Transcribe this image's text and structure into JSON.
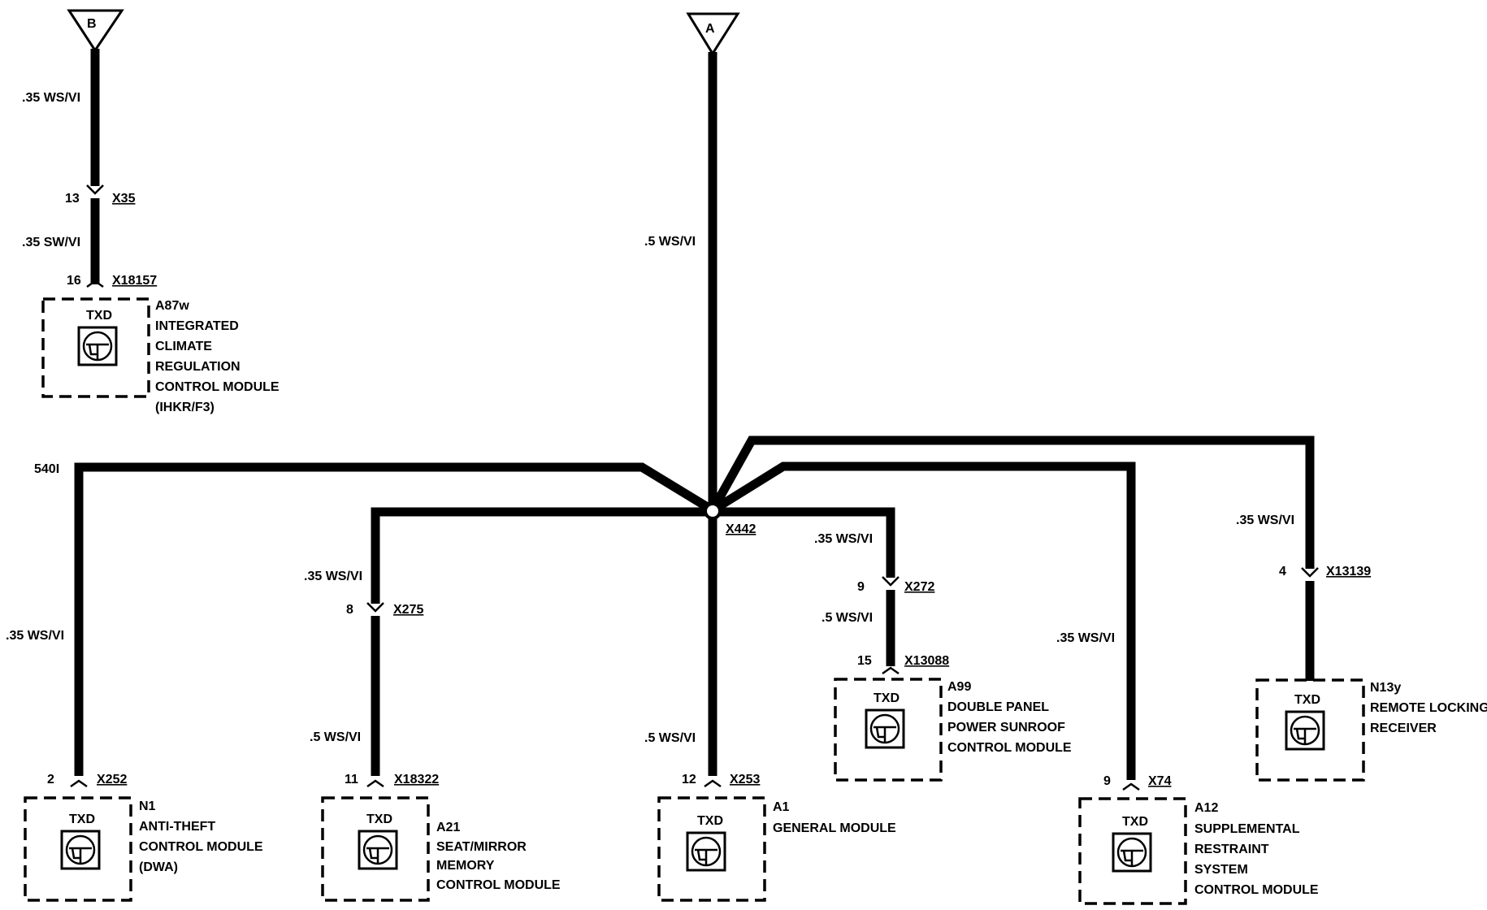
{
  "terminals": {
    "a": "A",
    "b": "B"
  },
  "splice": {
    "label": "X442",
    "left_label": "540I"
  },
  "wires": {
    "b_top": ".35 WS/VI",
    "b_bottom": ".35 SW/VI",
    "a_trunk": ".5 WS/VI",
    "n1": ".35 WS/VI",
    "a21_top": ".35 WS/VI",
    "a21_bottom": ".5 WS/VI",
    "a1": ".5 WS/VI",
    "a99_top": ".35 WS/VI",
    "a99_bottom": ".5 WS/VI",
    "a12": ".35 WS/VI",
    "n13y": ".35 WS/VI"
  },
  "connectors": {
    "x35": {
      "pin": "13",
      "name": "X35"
    },
    "x18157": {
      "pin": "16",
      "name": "X18157"
    },
    "x275": {
      "pin": "8",
      "name": "X275"
    },
    "x272": {
      "pin": "9",
      "name": "X272"
    },
    "x13088": {
      "pin": "15",
      "name": "X13088"
    },
    "x13139": {
      "pin": "4",
      "name": "X13139"
    },
    "x252": {
      "pin": "2",
      "name": "X252"
    },
    "x18322": {
      "pin": "11",
      "name": "X18322"
    },
    "x253": {
      "pin": "12",
      "name": "X253"
    },
    "x74": {
      "pin": "9",
      "name": "X74"
    }
  },
  "modules": {
    "a87w": {
      "pin_label": "TXD",
      "lines": [
        "A87w",
        "INTEGRATED",
        "CLIMATE",
        "REGULATION",
        "CONTROL MODULE",
        "(IHKR/F3)"
      ]
    },
    "a99": {
      "pin_label": "TXD",
      "lines": [
        "A99",
        "DOUBLE PANEL",
        "POWER SUNROOF",
        "CONTROL MODULE"
      ]
    },
    "n13y": {
      "pin_label": "TXD",
      "lines": [
        "N13y",
        "REMOTE LOCKING",
        "RECEIVER"
      ]
    },
    "n1": {
      "pin_label": "TXD",
      "lines": [
        "N1",
        "ANTI-THEFT",
        "CONTROL MODULE",
        "(DWA)"
      ]
    },
    "a21": {
      "pin_label": "TXD",
      "lines": [
        "A21",
        "SEAT/MIRROR",
        "MEMORY",
        "CONTROL MODULE"
      ]
    },
    "a1": {
      "pin_label": "TXD",
      "lines": [
        "A1",
        "GENERAL MODULE"
      ]
    },
    "a12": {
      "pin_label": "TXD",
      "lines": [
        "A12",
        "SUPPLEMENTAL",
        "RESTRAINT",
        "SYSTEM",
        "CONTROL MODULE"
      ]
    }
  }
}
